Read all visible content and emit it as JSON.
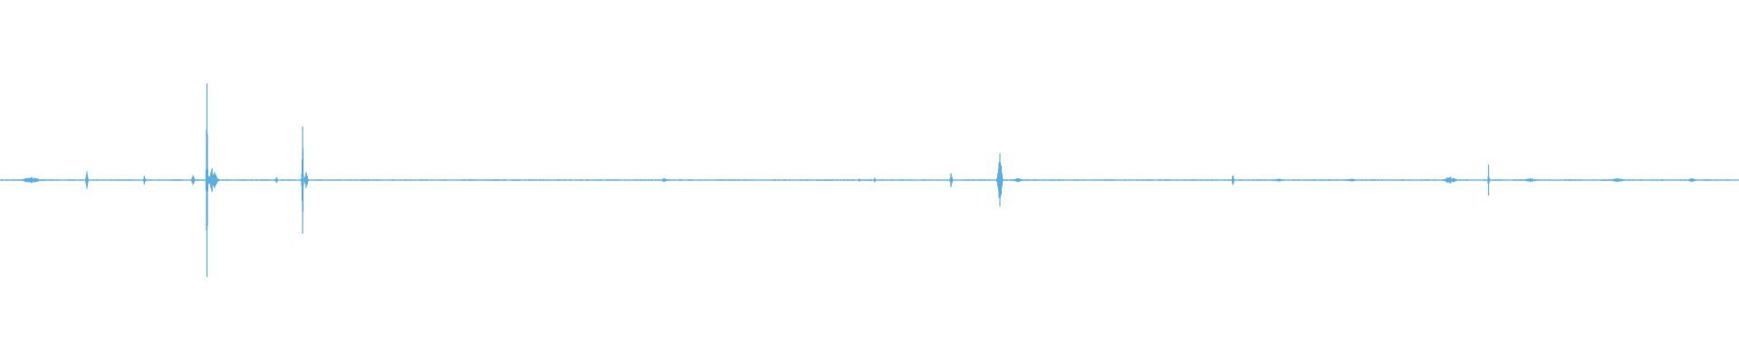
{
  "waveform": {
    "color": "#5aaee3",
    "duration_units": 1000,
    "baseline_amplitude": 0.008,
    "events": [
      {
        "t": 18,
        "amp": 0.03,
        "width": 22
      },
      {
        "t": 50,
        "amp": 0.09,
        "width": 2
      },
      {
        "t": 83,
        "amp": 0.045,
        "width": 2
      },
      {
        "t": 111,
        "amp": 0.05,
        "width": 3
      },
      {
        "t": 119,
        "amp": 0.99,
        "width": 1
      },
      {
        "t": 122,
        "amp": 0.12,
        "width": 10
      },
      {
        "t": 159,
        "amp": 0.03,
        "width": 2
      },
      {
        "t": 174,
        "amp": 0.55,
        "width": 1
      },
      {
        "t": 176,
        "amp": 0.08,
        "width": 4
      },
      {
        "t": 382,
        "amp": 0.02,
        "width": 6
      },
      {
        "t": 494,
        "amp": 0.015,
        "width": 4
      },
      {
        "t": 503,
        "amp": 0.025,
        "width": 2
      },
      {
        "t": 547,
        "amp": 0.07,
        "width": 2
      },
      {
        "t": 575,
        "amp": 0.27,
        "width": 4
      },
      {
        "t": 585,
        "amp": 0.02,
        "width": 12
      },
      {
        "t": 709,
        "amp": 0.05,
        "width": 2
      },
      {
        "t": 735,
        "amp": 0.015,
        "width": 16
      },
      {
        "t": 777,
        "amp": 0.015,
        "width": 12
      },
      {
        "t": 834,
        "amp": 0.035,
        "width": 14
      },
      {
        "t": 856,
        "amp": 0.16,
        "width": 1
      },
      {
        "t": 880,
        "amp": 0.02,
        "width": 14
      },
      {
        "t": 930,
        "amp": 0.02,
        "width": 16
      },
      {
        "t": 973,
        "amp": 0.02,
        "width": 10
      }
    ]
  }
}
